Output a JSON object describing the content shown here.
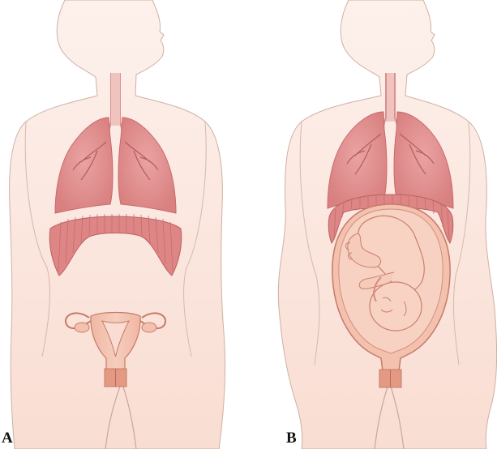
{
  "figure": {
    "panels": [
      {
        "label": "A",
        "state": "non-pregnant"
      },
      {
        "label": "B",
        "state": "pregnant"
      }
    ],
    "colors": {
      "skin_fill": "#fbe6dd",
      "skin_outline": "#c9a79a",
      "lung_fill": "#e89a9a",
      "lung_dark": "#d77c7c",
      "diaphragm_fill": "#de8585",
      "uterus_fill": "#f3c1ad",
      "uterus_outline": "#c77a6a",
      "fetus_fill": "#f8d3c4",
      "amnion_fill": "#f6c8b6"
    },
    "icons": [
      "lungs-icon",
      "diaphragm-icon",
      "uterus-icon",
      "fetus-icon"
    ]
  }
}
